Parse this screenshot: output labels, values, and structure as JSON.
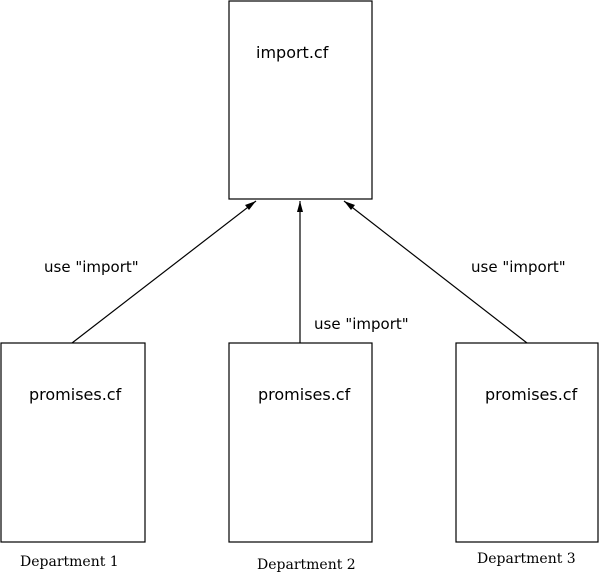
{
  "nodes": {
    "import": {
      "file": "import.cf"
    },
    "departments": [
      {
        "file": "promises.cf",
        "caption": "Department 1"
      },
      {
        "file": "promises.cf",
        "caption": "Department 2"
      },
      {
        "file": "promises.cf",
        "caption": "Department 3"
      }
    ]
  },
  "edges": [
    {
      "label": "use \"import\""
    },
    {
      "label": "use \"import\""
    },
    {
      "label": "use \"import\""
    }
  ]
}
